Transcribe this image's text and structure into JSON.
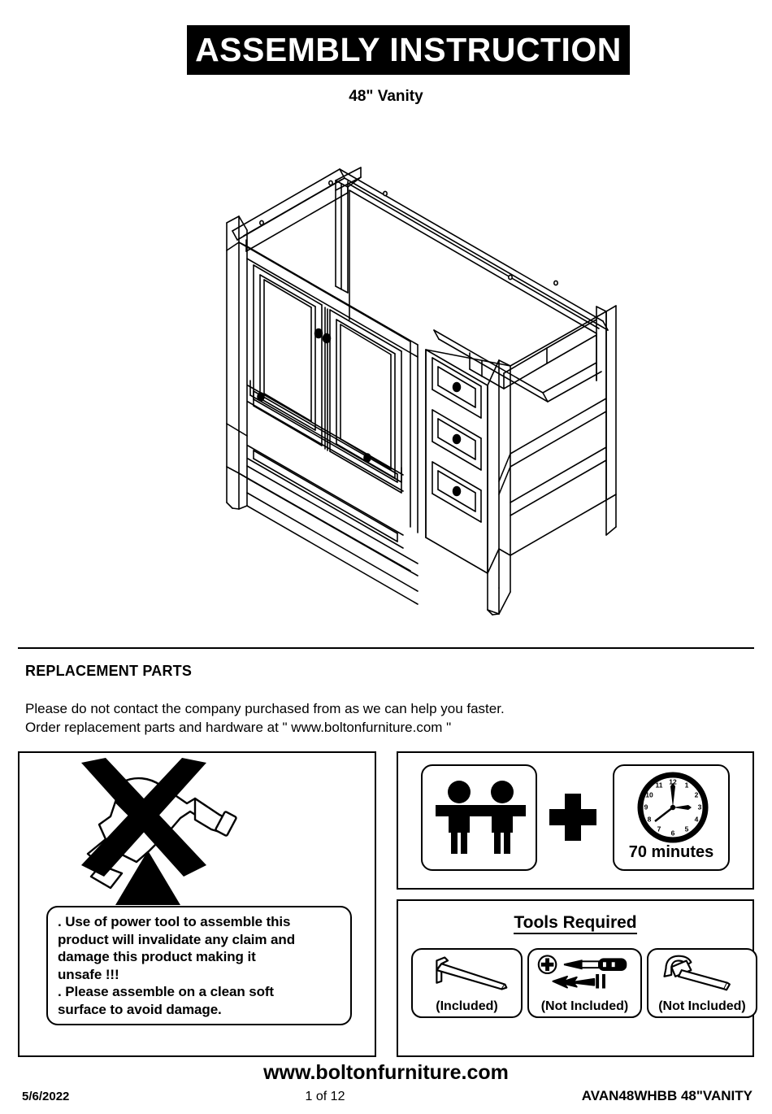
{
  "header": {
    "banner_title": "ASSEMBLY INSTRUCTION",
    "subtitle": "48\" Vanity"
  },
  "product": {
    "figure_name": "48-inch vanity cabinet isometric line drawing",
    "description": "Open-top vanity cabinet frame with two paneled doors, one wide bottom drawer, and three stacked side drawers on the right, standing on four square legs."
  },
  "replacement_parts": {
    "heading": "REPLACEMENT PARTS",
    "line1": "Please do not contact the company purchased from as we can help you faster.",
    "line2": "Order replacement parts and hardware at \" www.boltonfurniture.com \""
  },
  "warning": {
    "icon_name": "no-power-tool-icon",
    "text_line1": ". Use of power tool to assemble this",
    "text_line2": "product will invalidate any claim and",
    "text_line3": "damage this product making it",
    "text_line4": "unsafe !!!",
    "text_line5": ". Please assemble on a clean soft",
    "text_line6": "surface to avoid damage."
  },
  "crew": {
    "people_icon": "two-people-icon",
    "plus_icon": "plus-icon",
    "clock_icon": "clock-icon",
    "time_label": "70 minutes"
  },
  "tools": {
    "title": "Tools Required",
    "items": [
      {
        "icon_name": "allen-key-icon",
        "caption": "(Included)"
      },
      {
        "icon_name": "screwdriver-icon",
        "caption": "(Not Included)"
      },
      {
        "icon_name": "hammer-icon",
        "caption": "(Not Included)"
      }
    ]
  },
  "footer": {
    "website": "www.boltonfurniture.com",
    "date": "5/6/2022",
    "page": "1 of 12",
    "model": "AVAN48WHBB 48\"VANITY"
  },
  "colors": {
    "ink": "#000000",
    "paper": "#ffffff"
  }
}
